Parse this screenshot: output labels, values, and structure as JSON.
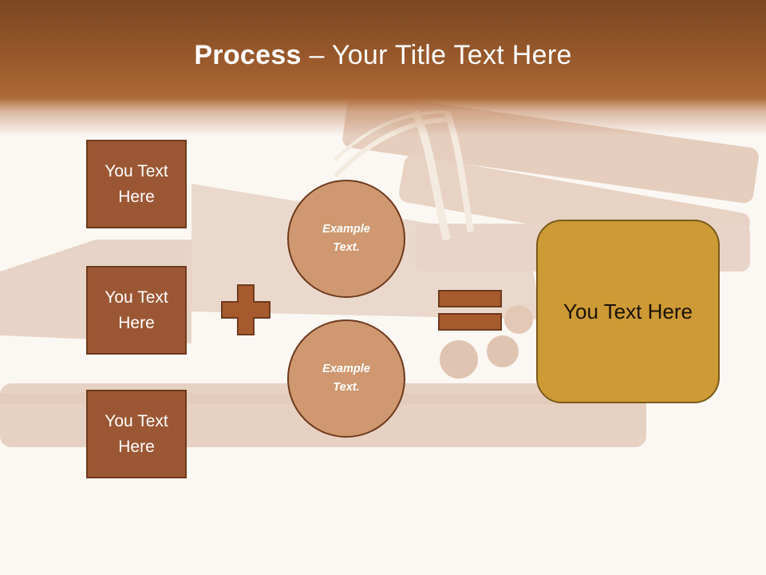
{
  "slide": {
    "title_bold": "Process",
    "title_rest": " – Your Title Text Here",
    "left_boxes": [
      {
        "label": "You Text Here"
      },
      {
        "label": "You Text Here"
      },
      {
        "label": "You Text Here"
      }
    ],
    "circles": [
      {
        "label": "Example Text."
      },
      {
        "label": "Example Text."
      }
    ],
    "operators": {
      "plus": "plus-icon",
      "equals": "equals-icon"
    },
    "result_box": {
      "label": "You Text Here"
    }
  },
  "colors": {
    "header_brown": "#9a5a2c",
    "box_fill": "#9b5733",
    "box_border": "#6d3a1d",
    "circle_fill": "#cf9870",
    "result_fill": "#cd9a35"
  }
}
